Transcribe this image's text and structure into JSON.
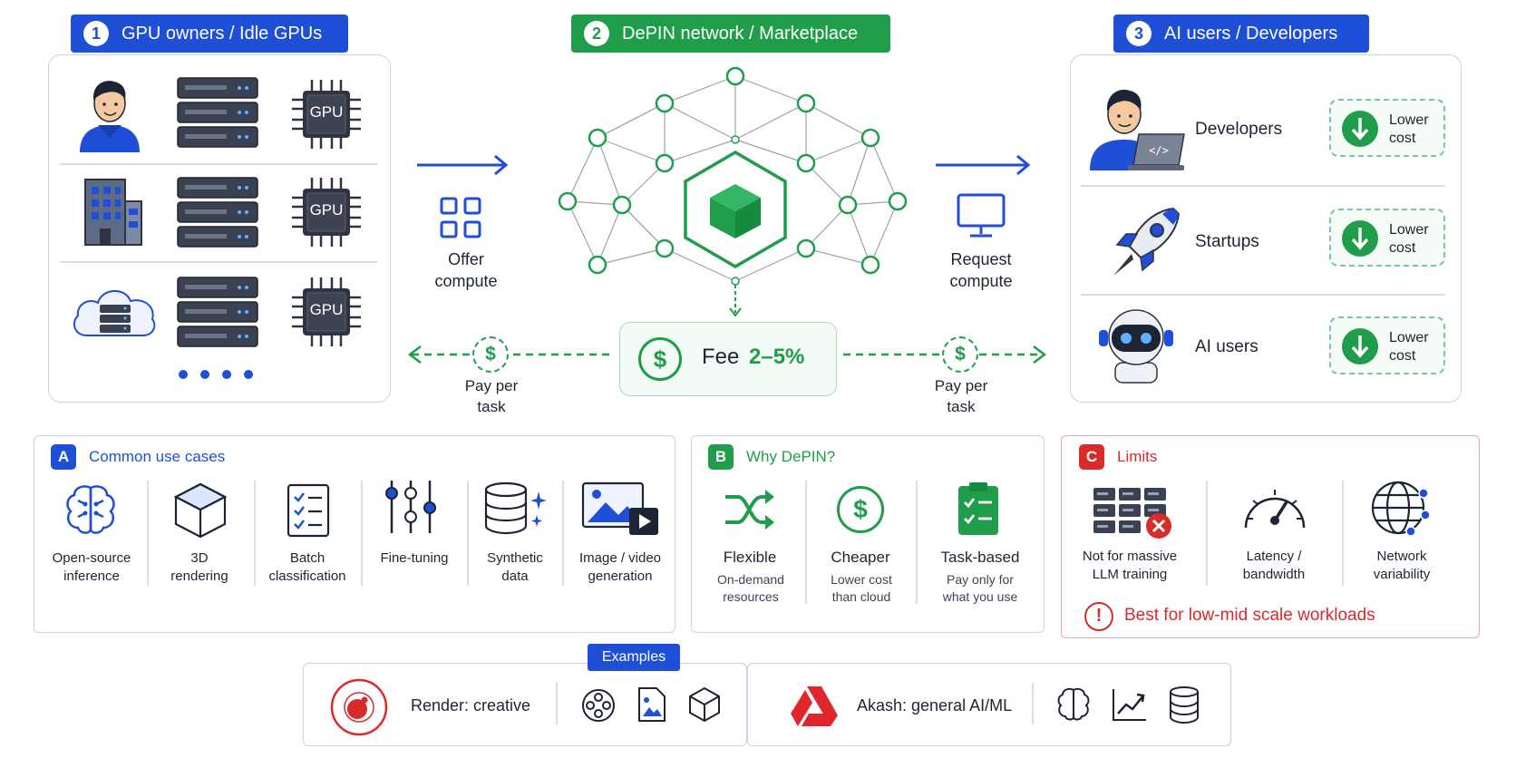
{
  "sections": {
    "owners": {
      "num": "1",
      "title": "GPU owners / Idle GPUs"
    },
    "network": {
      "num": "2",
      "title": "DePIN network / Marketplace"
    },
    "users": {
      "num": "3",
      "title": "AI users / Developers"
    }
  },
  "gpu_chip_label": "GPU",
  "flow": {
    "offer": "Offer compute",
    "request": "Request compute",
    "pay_left": "Pay per task",
    "pay_right": "Pay per task",
    "fee_label": "Fee",
    "fee_value": "2–5%",
    "dollar": "$"
  },
  "users": [
    {
      "label": "Developers",
      "benefit": "Lower cost"
    },
    {
      "label": "Startups",
      "benefit": "Lower cost"
    },
    {
      "label": "AI users",
      "benefit": "Lower cost"
    }
  ],
  "use_cases": {
    "badge": "A",
    "title": "Common use cases",
    "items": [
      "Open-source inference",
      "3D rendering",
      "Batch classification",
      "Fine-tuning",
      "Synthetic data",
      "Image / video generation"
    ]
  },
  "why": {
    "badge": "B",
    "title": "Why DePIN?",
    "items": [
      {
        "title": "Flexible",
        "desc": "On-demand resources"
      },
      {
        "title": "Cheaper",
        "desc": "Lower cost than cloud"
      },
      {
        "title": "Task-based",
        "desc": "Pay only for what you use"
      }
    ]
  },
  "limits": {
    "badge": "C",
    "title": "Limits",
    "items": [
      "Not for massive LLM training",
      "Latency / bandwidth",
      "Network variability"
    ],
    "note_icon": "!",
    "note": "Best for low-mid scale workloads"
  },
  "examples": {
    "tag": "Examples",
    "render": "Render: creative",
    "akash": "Akash: general AI/ML"
  },
  "colors": {
    "blue": "#1f4fd6",
    "green": "#1f9d4a",
    "red": "#d92b2b",
    "dark": "#2f3440"
  }
}
